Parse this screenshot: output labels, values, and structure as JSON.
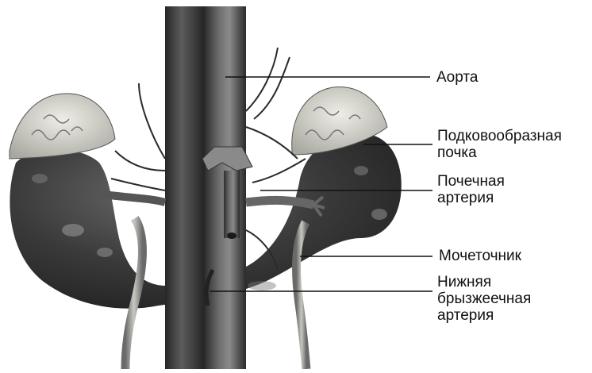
{
  "labels": {
    "aorta": "Аорта",
    "kidney_line1": "Подковообразная",
    "kidney_line2": "почка",
    "artery_line1": "Почечная",
    "artery_line2": "артерия",
    "ureter": "Мочеточник",
    "mesenteric_line1": "Нижняя",
    "mesenteric_line2": "брызжеечная",
    "mesenteric_line3": "артерия"
  },
  "colors": {
    "kidney": "#3c3c3c",
    "vessel": "#5a5a5a",
    "adrenal": "#d9d9cf",
    "leader_line": "#111111"
  }
}
